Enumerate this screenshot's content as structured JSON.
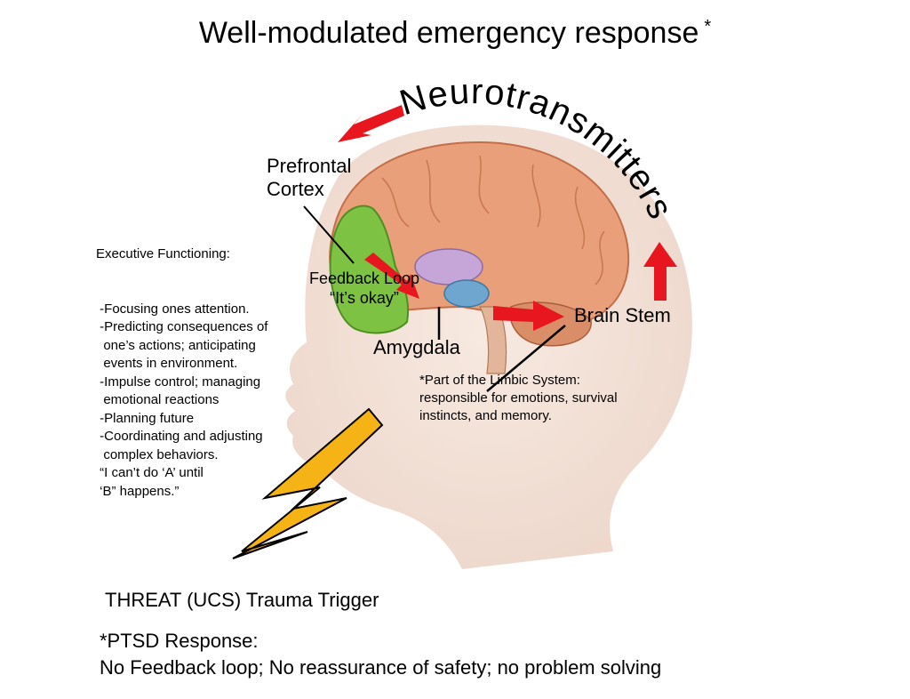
{
  "title": "Well-modulated emergency response",
  "title_mark": "*",
  "neurotransmitters_label": "Neurotransmitters",
  "labels": {
    "prefrontal_line1": "Prefrontal",
    "prefrontal_line2": "Cortex",
    "feedback_line1": "Feedback Loop",
    "feedback_line2": "“It’s okay”",
    "brain_stem": "Brain Stem",
    "amygdala": "Amygdala"
  },
  "executive": {
    "heading": "Executive Functioning:",
    "items": [
      " -Focusing ones attention.",
      " -Predicting consequences of",
      "  one’s actions; anticipating",
      "  events in environment.",
      " -Impulse control; managing",
      "  emotional reactions",
      " -Planning future",
      " -Coordinating and adjusting",
      "  complex behaviors.",
      " “I can’t do ‘A’ until",
      " ‘B” happens.”"
    ]
  },
  "limbic_note": [
    "*Part of the Limbic System:",
    "responsible for emotions, survival",
    "instincts, and memory."
  ],
  "threat_label": "THREAT (UCS) Trauma Trigger",
  "ptsd": {
    "heading": "*PTSD Response:",
    "text": "No Feedback loop; No reassurance of safety; no problem solving"
  },
  "colors": {
    "arrow": "#e8171f",
    "lightning": "#f5b316",
    "prefrontal": "#7dc242",
    "brain": "#e9a07a",
    "skin": "#f1ddd2",
    "amygdala": "#6fa6cf",
    "thalamus": "#c6a6d8"
  }
}
